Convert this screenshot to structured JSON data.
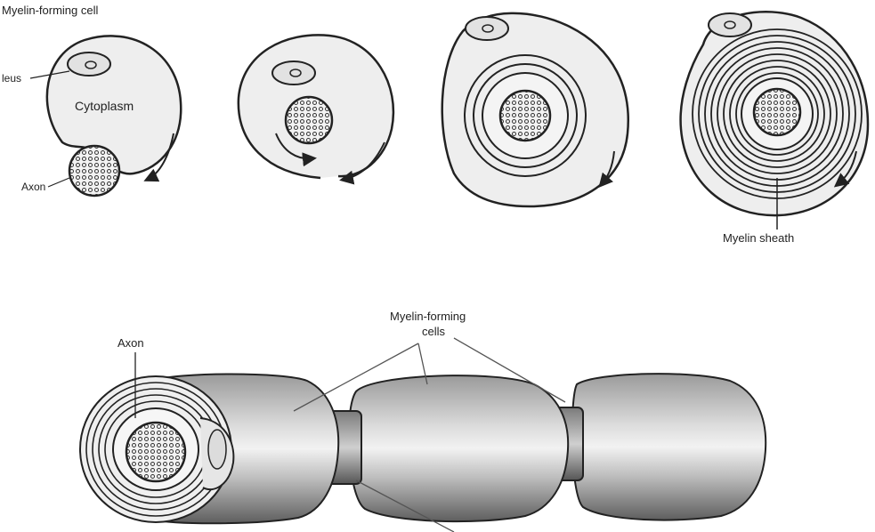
{
  "figure": {
    "top_panel": {
      "labels": {
        "myelin_forming_cell": "Myelin-forming cell",
        "nucleus": "leus",
        "cytoplasm": "Cytoplasm",
        "axon": "Axon",
        "myelin_sheath": "Myelin sheath"
      },
      "stages": 4
    },
    "bottom_panel": {
      "labels": {
        "axon": "Axon",
        "myelin_forming_cells_line1": "Myelin-forming",
        "myelin_forming_cells_line2": "cells"
      },
      "segments": 3
    },
    "colors": {
      "ink": "#222222",
      "cell_fill": "#eeeeee",
      "shade_dark": "#6f6f6f",
      "shade_light": "#e8e8e8"
    }
  }
}
